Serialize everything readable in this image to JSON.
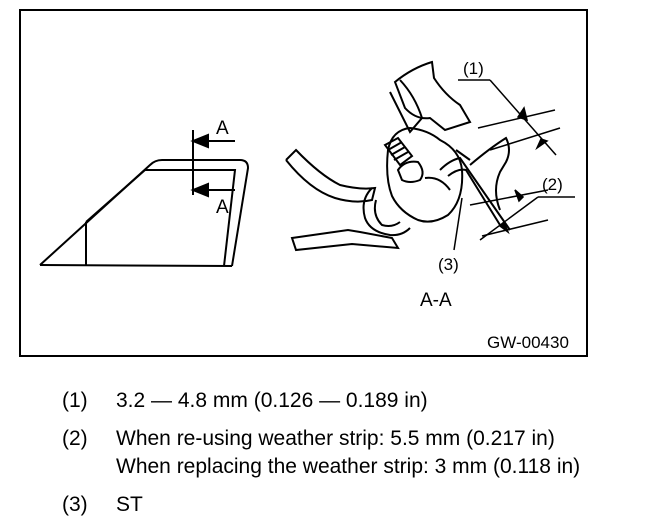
{
  "figure": {
    "id_label": "GW-00430",
    "section_arrow_label": "A",
    "section_view_label": "A-A",
    "callouts": [
      "(1)",
      "(2)",
      "(3)"
    ]
  },
  "legend": [
    {
      "num": "(1)",
      "lines": [
        "3.2 — 4.8 mm (0.126 — 0.189 in)"
      ]
    },
    {
      "num": "(2)",
      "lines": [
        "When re-using weather strip: 5.5 mm (0.217 in)",
        "When replacing the weather strip: 3 mm (0.118 in)"
      ]
    },
    {
      "num": "(3)",
      "lines": [
        "ST"
      ]
    }
  ]
}
